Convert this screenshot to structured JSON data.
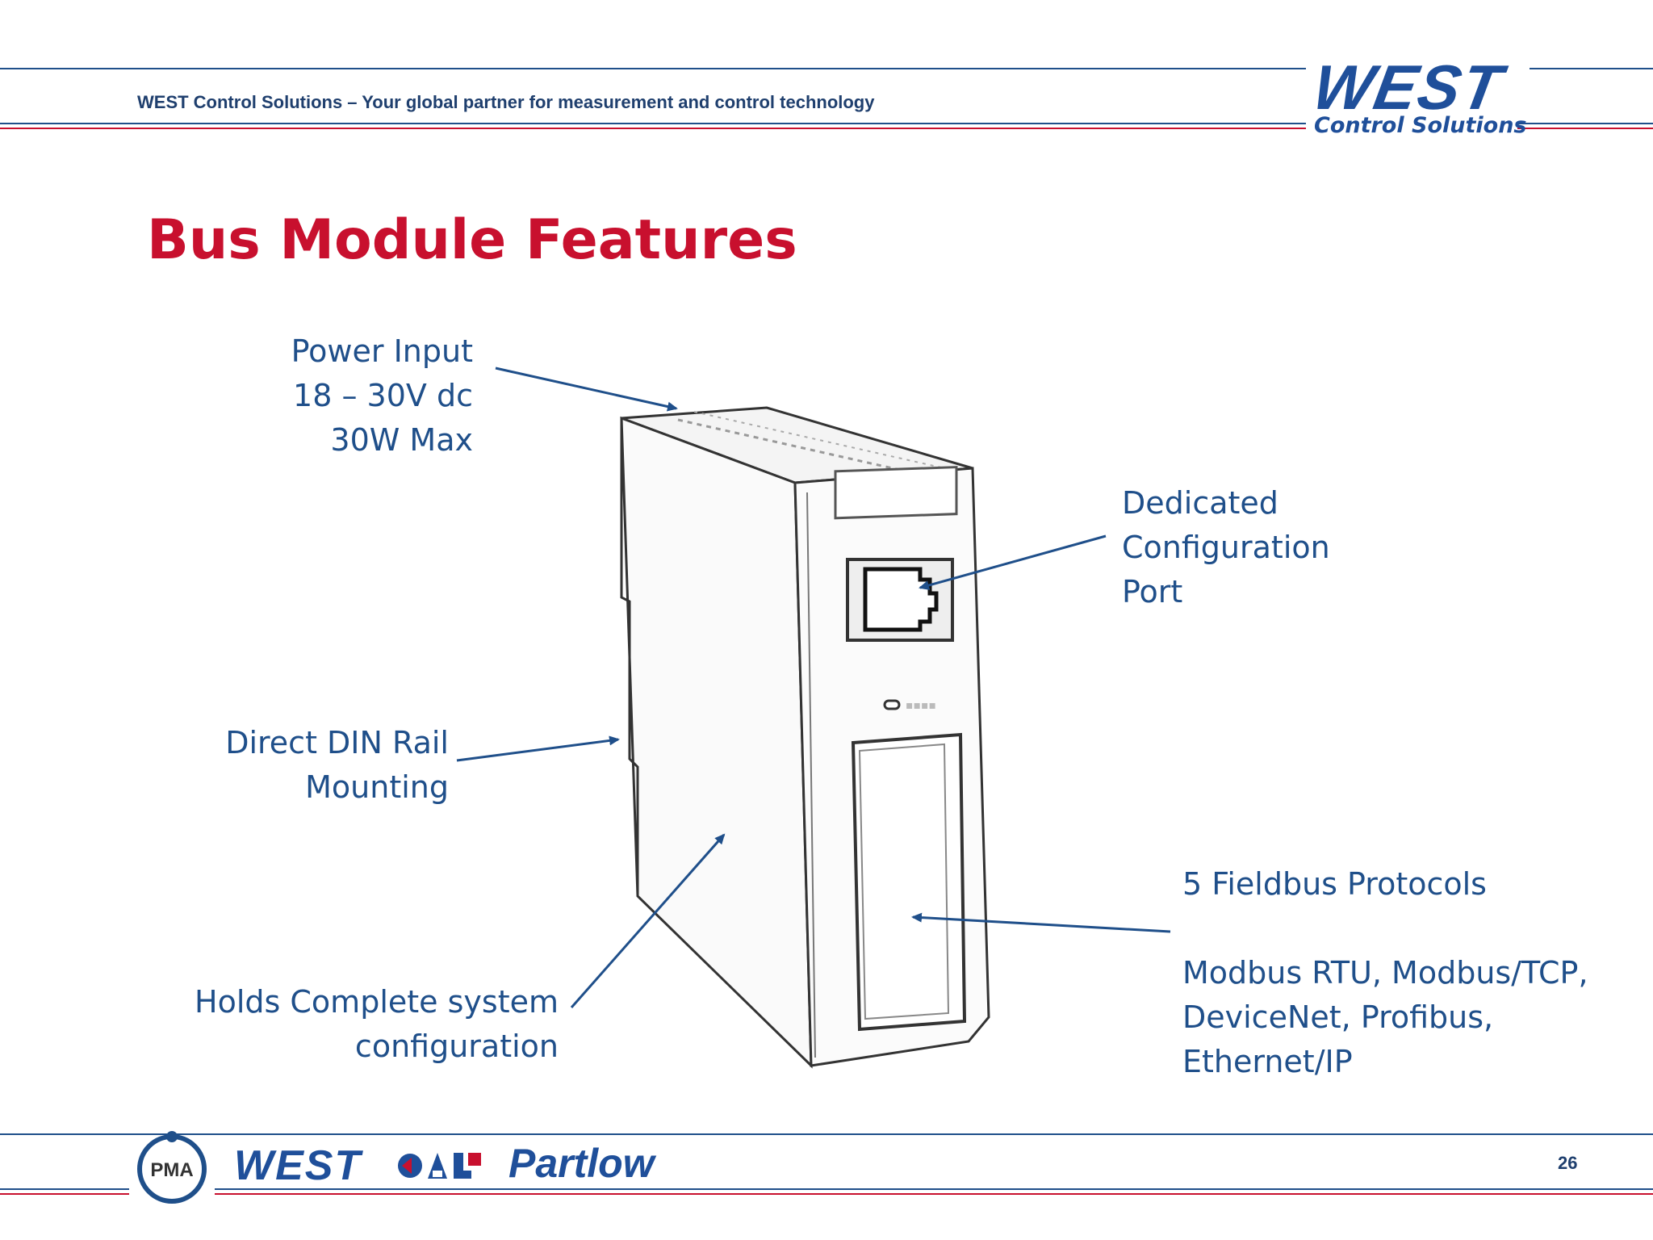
{
  "header": {
    "tagline": "WEST Control Solutions – Your global partner for measurement and control technology",
    "logo_main": "WEST",
    "logo_sub": "Control Solutions"
  },
  "slide": {
    "title": "Bus Module Features",
    "callouts": {
      "power_input": [
        "Power Input",
        "18 – 30V dc",
        "30W Max"
      ],
      "config_port": [
        "Dedicated",
        "Configuration",
        "Port"
      ],
      "din_rail": [
        "Direct DIN Rail",
        "Mounting"
      ],
      "system_config": [
        "Holds Complete system",
        "configuration"
      ],
      "fieldbus_heading": "5 Fieldbus Protocols",
      "fieldbus_list": [
        "Modbus RTU, Modbus/TCP,",
        "DeviceNet, Profibus,",
        "Ethernet/IP"
      ]
    }
  },
  "footer": {
    "pma_label": "PMA",
    "west_label": "WEST",
    "partlow_label": "Partlow",
    "page_number": "26"
  },
  "colors": {
    "title_red": "#c8102e",
    "text_blue": "#1f4f8a",
    "line_blue": "#1f4f8a",
    "line_red": "#c8102e"
  }
}
